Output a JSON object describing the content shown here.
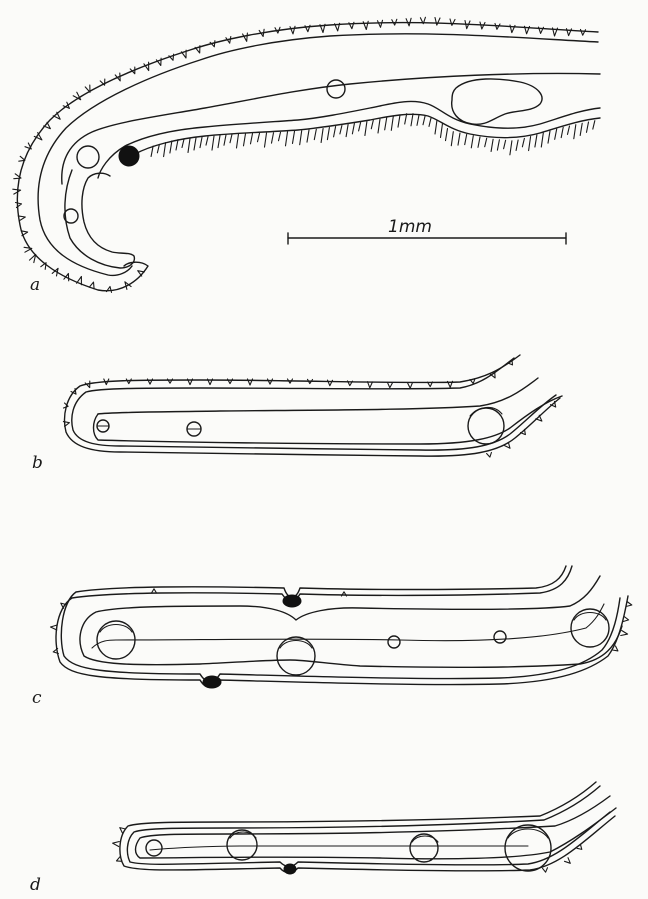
{
  "figure": {
    "panels": [
      {
        "id": "a",
        "label": "a"
      },
      {
        "id": "b",
        "label": "b"
      },
      {
        "id": "c",
        "label": "c"
      },
      {
        "id": "d",
        "label": "d"
      }
    ],
    "scale_bar": {
      "label": "1mm"
    },
    "ink_color": "#1a1a1a",
    "paper_color": "#fbfbf9"
  }
}
